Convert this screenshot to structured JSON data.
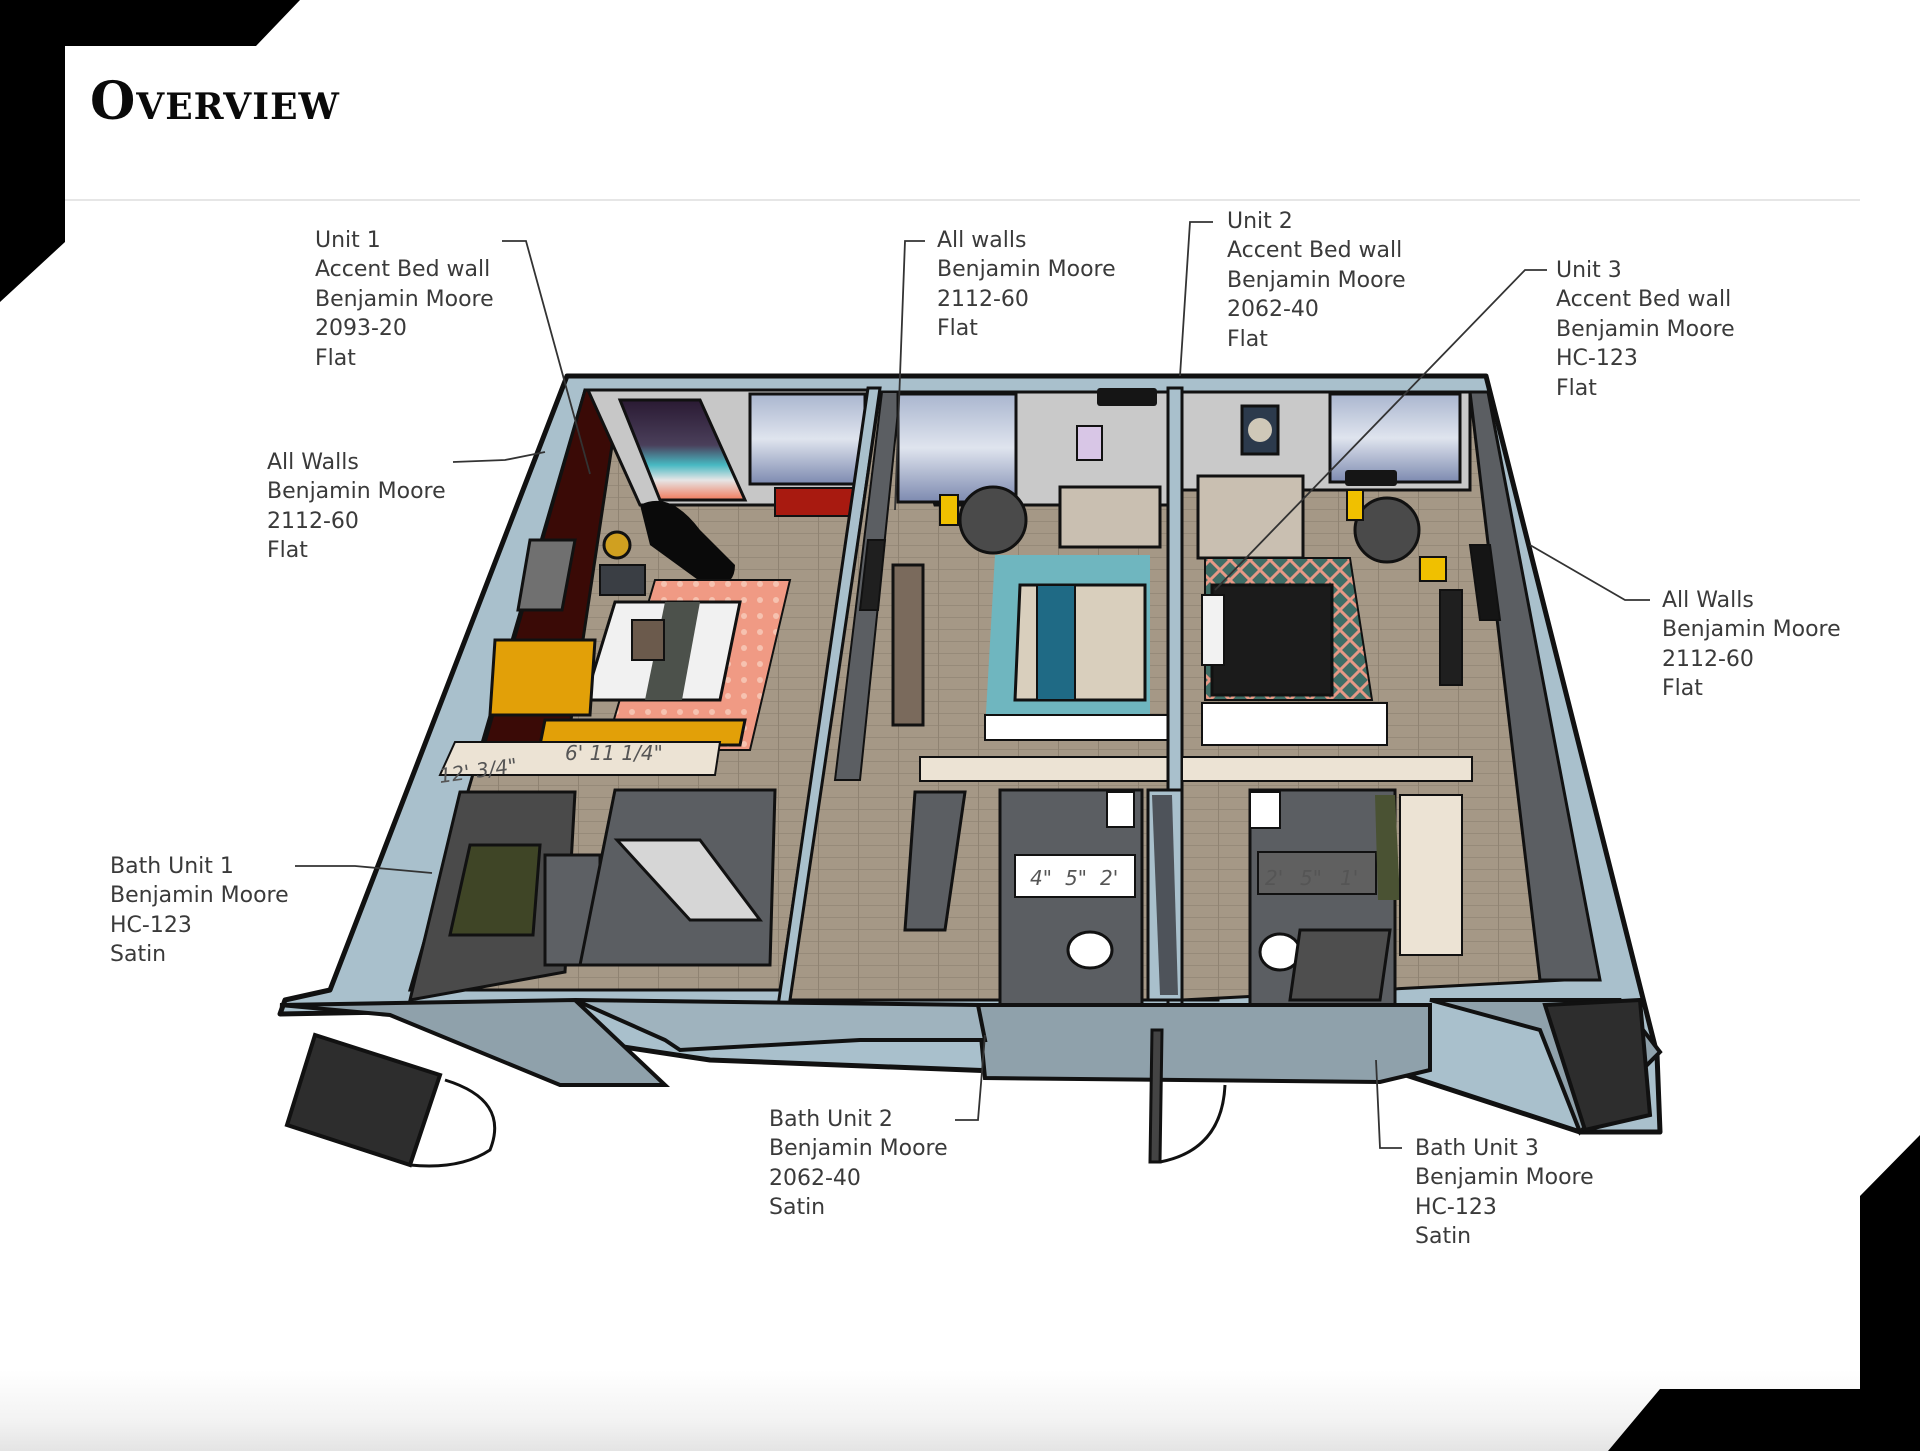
{
  "slide": {
    "title": "Overview"
  },
  "colors": {
    "accent_black": "#000000",
    "wall_trim": "#a9c0cc",
    "wall_outline": "#111111",
    "floor_wood": "#a89b8c",
    "unit1_accent_wall": "#3a0a06",
    "interior_wall": "#5b5e62",
    "label_text": "#3a3a3a"
  },
  "callouts": [
    {
      "id": "unit1-accent",
      "lines": [
        "Unit 1",
        "Accent Bed wall",
        "Benjamin Moore",
        "2093-20",
        "Flat"
      ]
    },
    {
      "id": "unit1-all-walls",
      "lines": [
        "All Walls",
        "Benjamin Moore",
        "2112-60",
        "Flat"
      ]
    },
    {
      "id": "unit2-all-walls",
      "lines": [
        "All walls",
        "Benjamin Moore",
        "2112-60",
        "Flat"
      ]
    },
    {
      "id": "unit2-accent",
      "lines": [
        "Unit 2",
        "Accent Bed wall",
        "Benjamin Moore",
        "2062-40",
        "Flat"
      ]
    },
    {
      "id": "unit3-accent",
      "lines": [
        "Unit 3",
        "Accent Bed wall",
        "Benjamin Moore",
        "HC-123",
        "Flat"
      ]
    },
    {
      "id": "unit3-all-walls",
      "lines": [
        "All Walls",
        "Benjamin Moore",
        "2112-60",
        "Flat"
      ]
    },
    {
      "id": "bath-unit1",
      "lines": [
        "Bath Unit 1",
        "Benjamin Moore",
        "HC-123",
        "Satin"
      ]
    },
    {
      "id": "bath-unit2",
      "lines": [
        "Bath Unit 2",
        "Benjamin Moore",
        "2062-40",
        "Satin"
      ]
    },
    {
      "id": "bath-unit3",
      "lines": [
        "Bath Unit 3",
        "Benjamin Moore",
        "HC-123",
        "Satin"
      ]
    }
  ],
  "dimensions": {
    "unit1_width": "12' 3/4\"",
    "unit1_closet": "6' 11 1/4\"",
    "bath2_a": "4\"",
    "bath2_b": "5\"",
    "bath2_c": "2'",
    "bath3_a": "2'",
    "bath3_b": "5\"",
    "bath3_c": "1'"
  }
}
